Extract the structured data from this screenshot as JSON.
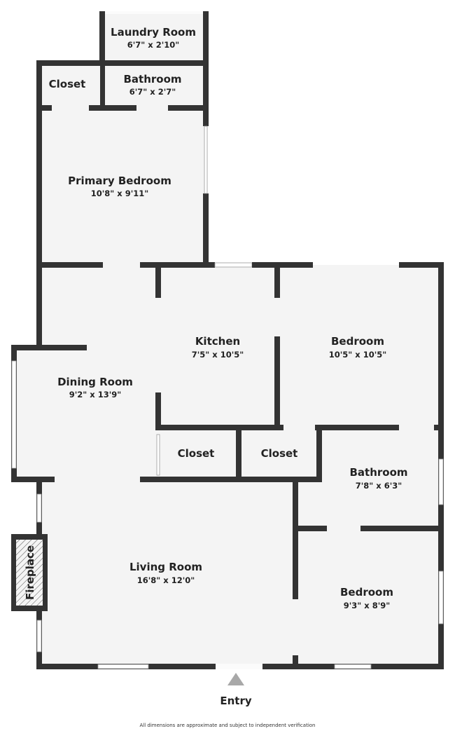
{
  "rooms": {
    "laundry": {
      "name": "Laundry Room",
      "dim": "6'7\" x 2'10\""
    },
    "closet_top": {
      "name": "Closet"
    },
    "bathroom_top": {
      "name": "Bathroom",
      "dim": "6'7\" x 2'7\""
    },
    "primary_bedroom": {
      "name": "Primary Bedroom",
      "dim": "10'8\" x 9'11\""
    },
    "kitchen": {
      "name": "Kitchen",
      "dim": "7'5\" x 10'5\""
    },
    "bedroom_1": {
      "name": "Bedroom",
      "dim": "10'5\" x 10'5\""
    },
    "dining": {
      "name": "Dining Room",
      "dim": "9'2\" x 13'9\""
    },
    "closet_left": {
      "name": "Closet"
    },
    "closet_right": {
      "name": "Closet"
    },
    "bathroom_2": {
      "name": "Bathroom",
      "dim": "7'8\" x 6'3\""
    },
    "living": {
      "name": "Living Room",
      "dim": "16'8\" x 12'0\""
    },
    "bedroom_2": {
      "name": "Bedroom",
      "dim": "9'3\" x 8'9\""
    },
    "fireplace": {
      "name": "Fireplace"
    }
  },
  "entry": {
    "label": "Entry"
  },
  "footnote": "All dimensions are approximate and subject to independent verification",
  "colors": {
    "wall": "#333333",
    "floor": "#f4f4f4",
    "entry_marker": "#a8a8a8"
  }
}
